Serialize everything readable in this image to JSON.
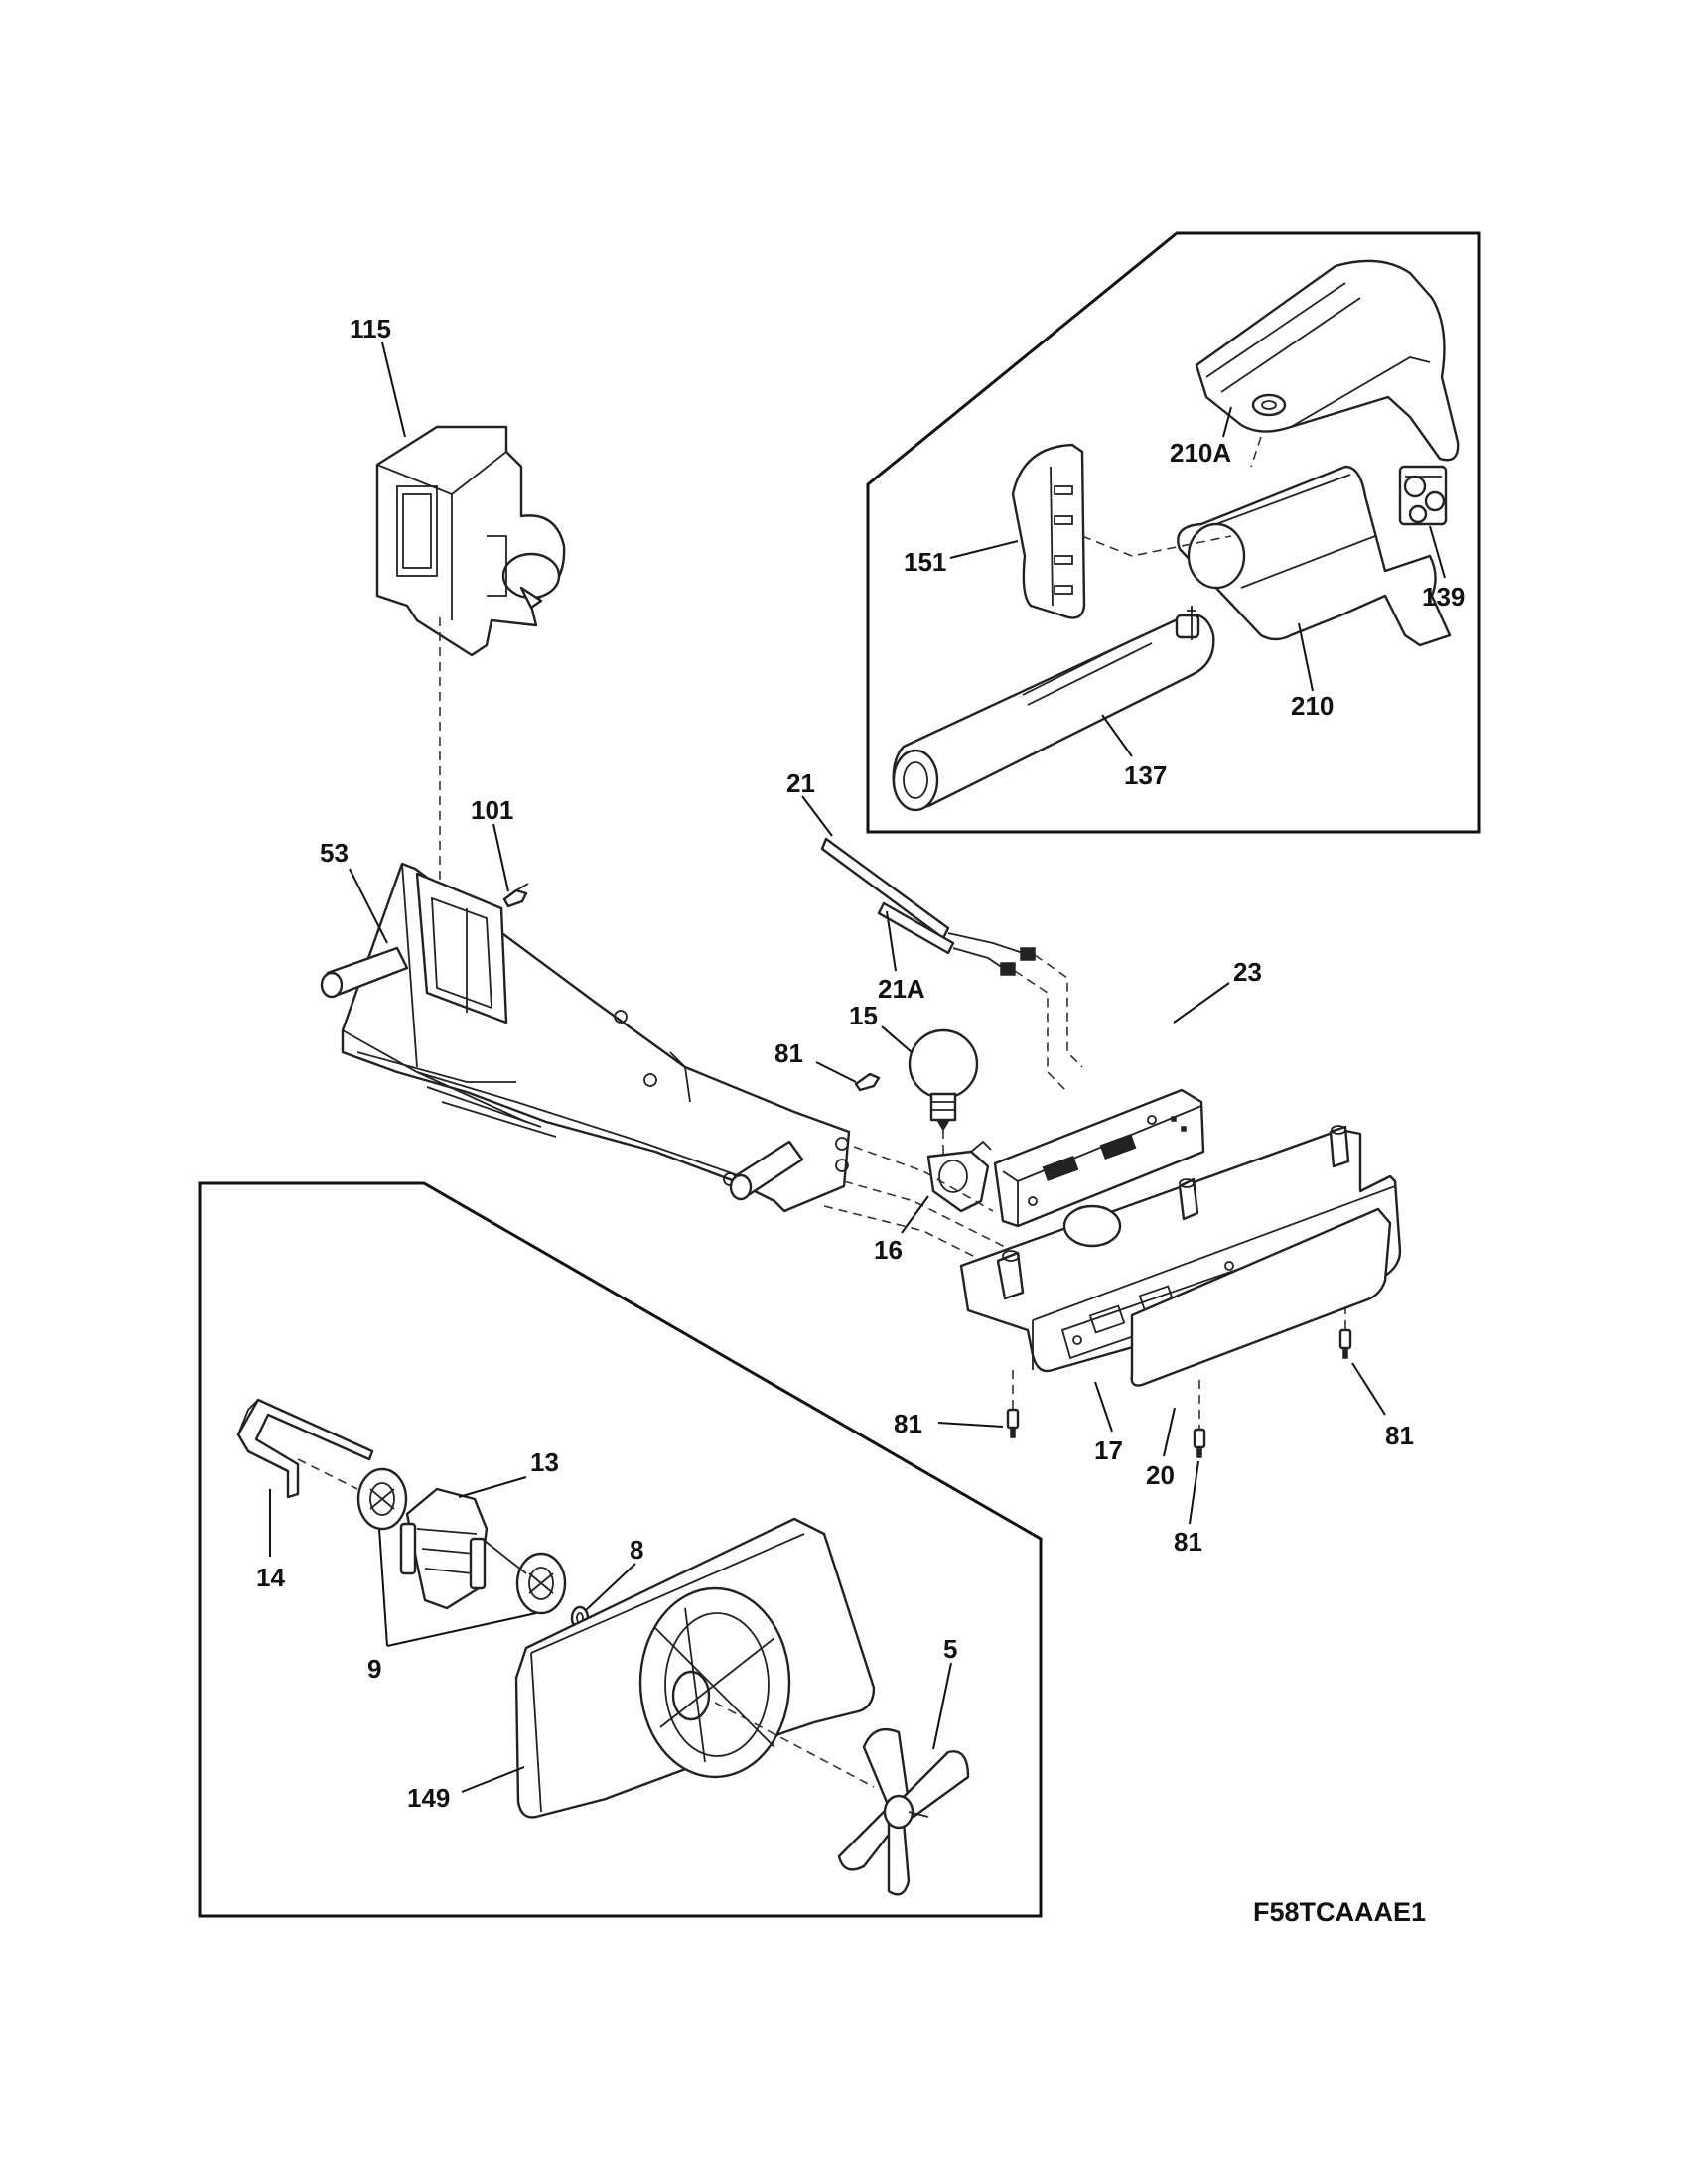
{
  "diagram_code": "F58TCAAAE1",
  "callouts": {
    "c115": "115",
    "c101": "101",
    "c53": "53",
    "c21": "21",
    "c21a": "21A",
    "c15": "15",
    "c23": "23",
    "c81_upper": "81",
    "c16": "16",
    "c17": "17",
    "c20": "20",
    "c81_left": "81",
    "c81_right": "81",
    "c81_bottom": "81",
    "c210a": "210A",
    "c151": "151",
    "c139": "139",
    "c210": "210",
    "c137": "137",
    "c13": "13",
    "c14": "14",
    "c8": "8",
    "c9": "9",
    "c5": "5",
    "c149": "149"
  }
}
